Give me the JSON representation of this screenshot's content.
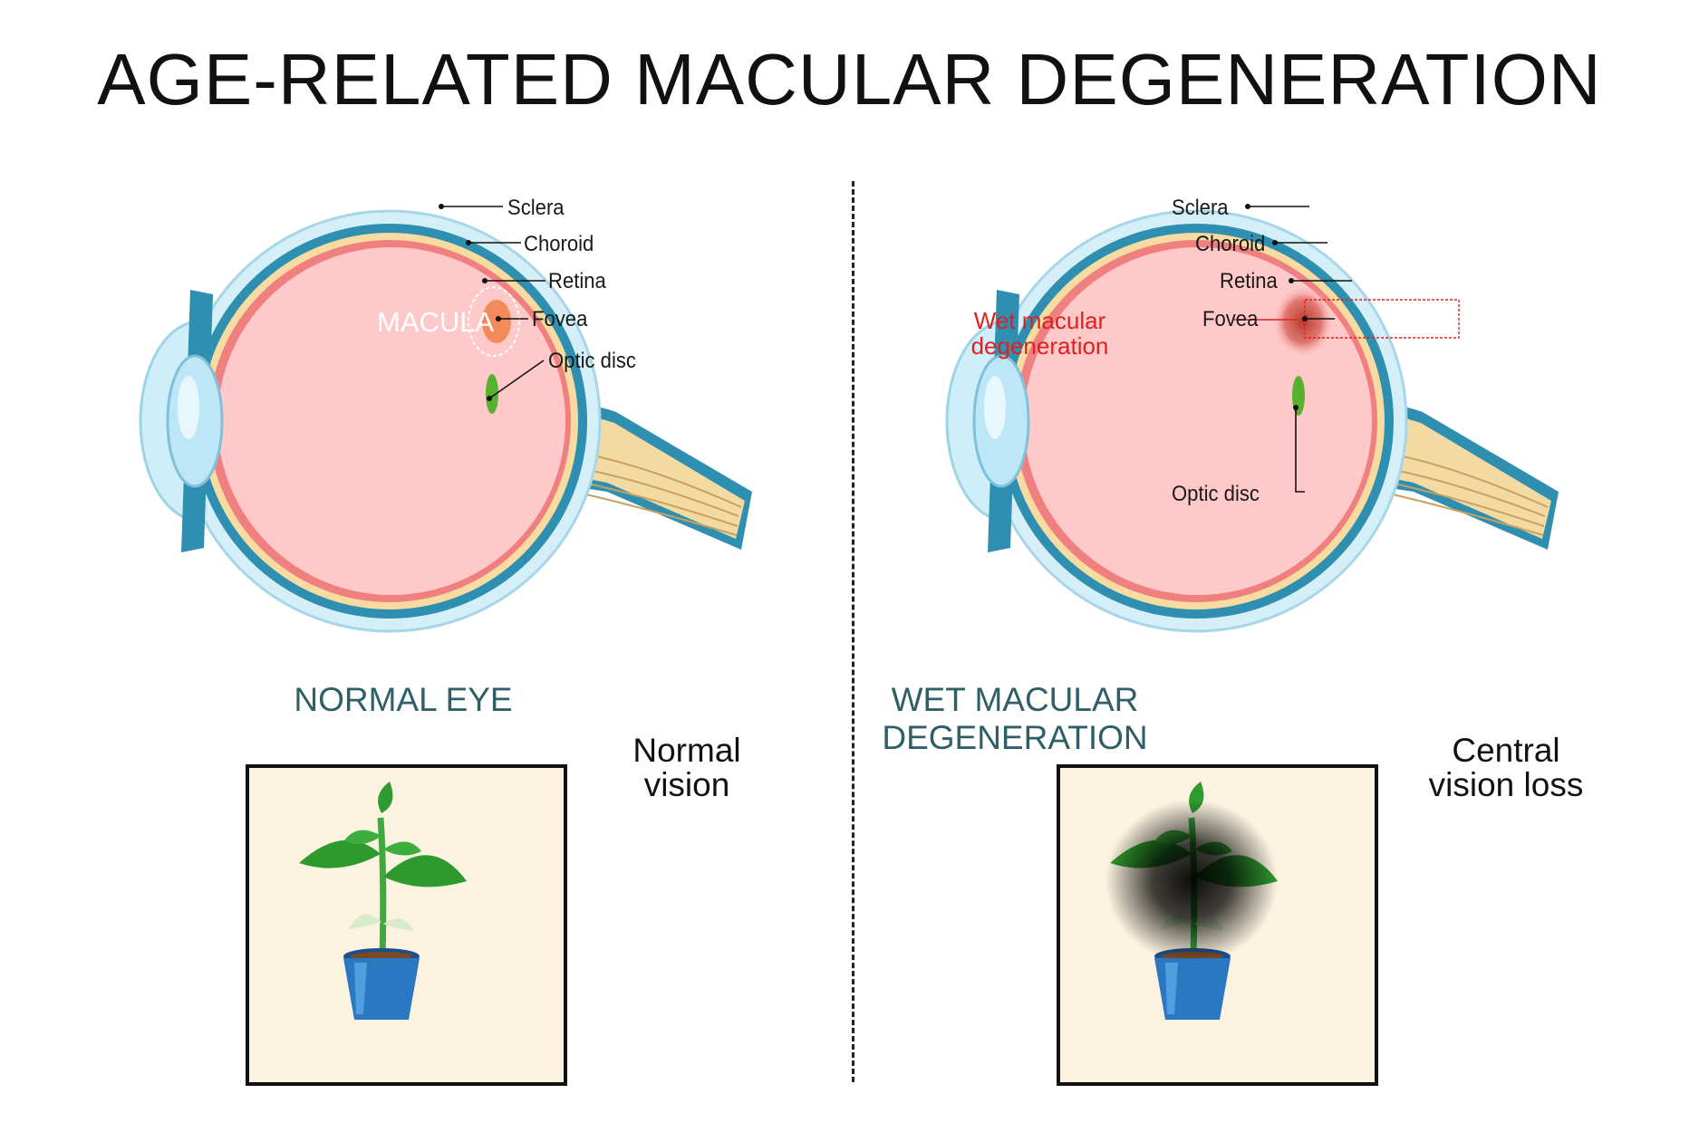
{
  "title": "AGE-RELATED MACULAR DEGENERATION",
  "panels": [
    {
      "heading": "NORMAL EYE",
      "caption_line1": "Normal",
      "caption_line2": "vision",
      "labels": {
        "sclera": "Sclera",
        "choroid": "Choroid",
        "retina": "Retina",
        "fovea": "Fovea",
        "optic_disc": "Optic disc",
        "macula": "MACULA"
      }
    },
    {
      "heading": "WET MACULAR DEGENERATION",
      "caption_line1": "Central",
      "caption_line2": "vision loss",
      "labels": {
        "sclera": "Sclera",
        "choroid": "Choroid",
        "retina": "Retina",
        "fovea": "Fovea",
        "optic_disc": "Optic disc",
        "lesion_line1": "Wet macular",
        "lesion_line2": "degeneration"
      }
    }
  ],
  "colors": {
    "heading": "#2f5f66",
    "lesion_label": "#e02020",
    "frame_fill": "#fbf3df",
    "vitreous": "#ffc9c9",
    "sclera": "#2e8fb0"
  },
  "icons": [
    "eye-cross-section-illustration",
    "potted-plant-illustration"
  ]
}
